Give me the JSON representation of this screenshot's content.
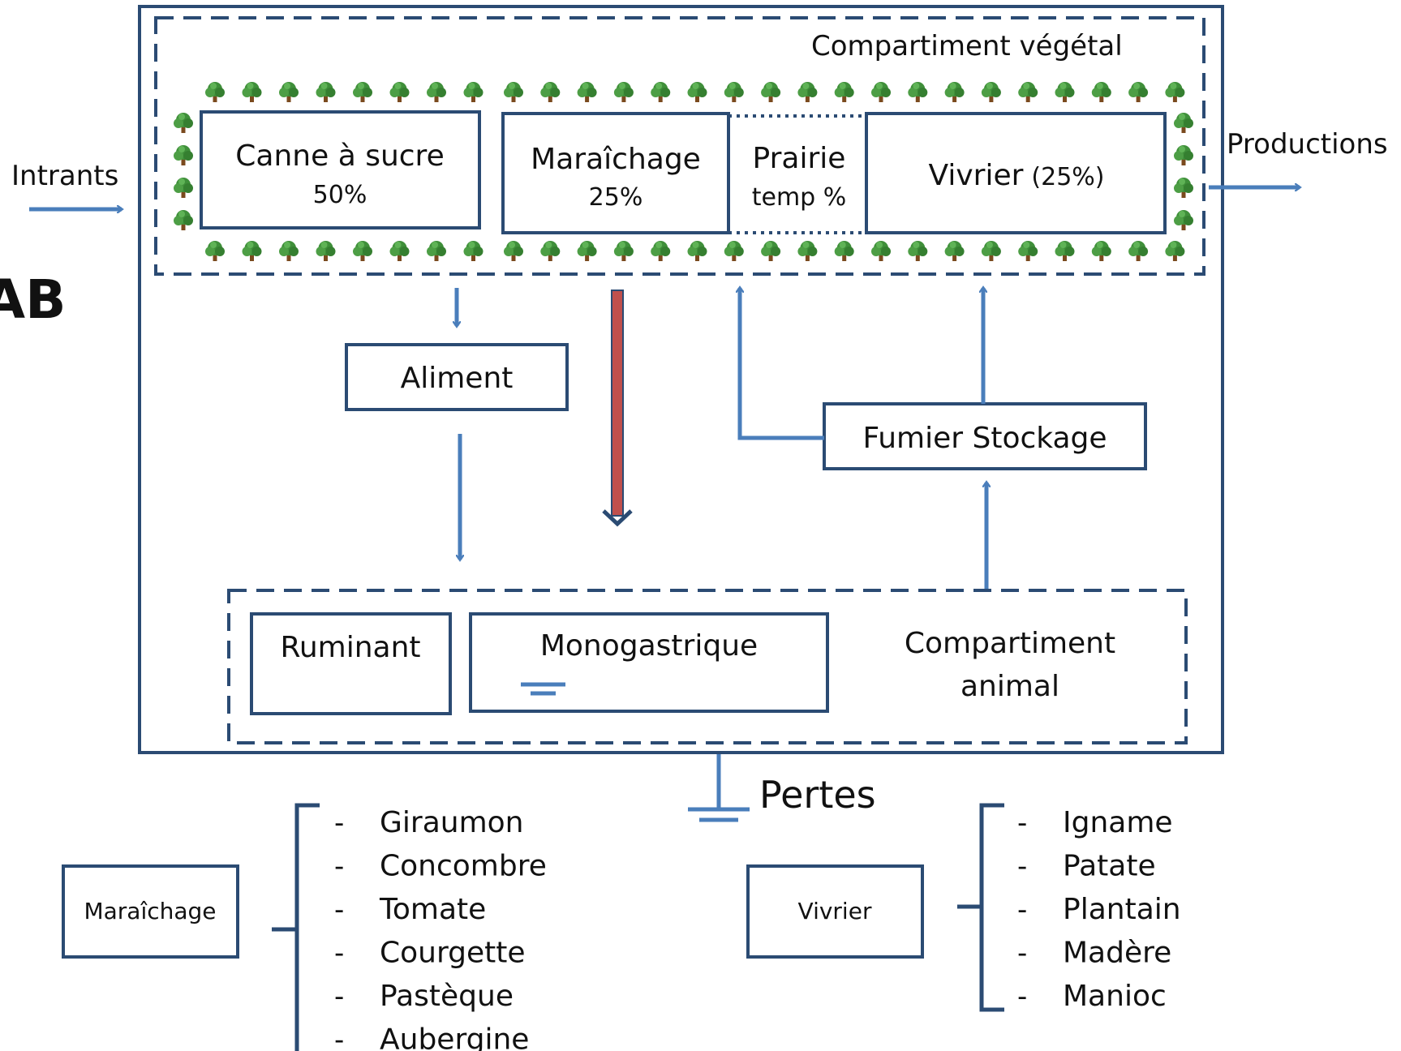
{
  "colors": {
    "frame": "#2b4b73",
    "arrow": "#4a7ebb",
    "red_arrow": "#c0504d",
    "tree_leaf": "#3f8f3a",
    "tree_trunk": "#7a4a1e",
    "text": "#111111"
  },
  "partial_label": "AB",
  "compartments": {
    "vegetal_title": "Compartiment végétal",
    "animal_title_line1": "Compartiment",
    "animal_title_line2": "animal"
  },
  "crops": {
    "canne": {
      "name": "Canne à sucre",
      "share": "50%"
    },
    "maraichage": {
      "name": "Maraîchage",
      "share": "25%"
    },
    "prairie": {
      "name": "Prairie",
      "share": "temp  %"
    },
    "vivrier": {
      "name": "Vivrier",
      "share": "(25%)"
    }
  },
  "flows": {
    "intrants": "Intrants",
    "productions": "Productions",
    "aliment": "Aliment",
    "fumier": "Fumier Stockage",
    "pertes": "Pertes"
  },
  "animals": {
    "ruminant": "Ruminant",
    "monogastrique": "Monogastrique"
  },
  "legend": {
    "maraichage": {
      "label": "Maraîchage",
      "items": [
        "Giraumon",
        "Concombre",
        "Tomate",
        "Courgette",
        "Pastèque",
        "Aubergine"
      ]
    },
    "vivrier": {
      "label": "Vivrier",
      "items": [
        "Igname",
        "Patate",
        "Plantain",
        "Madère",
        "Manioc"
      ]
    },
    "bullet": "-"
  },
  "icons": {
    "tree": "tree-icon",
    "ground": "ground-symbol-icon"
  }
}
